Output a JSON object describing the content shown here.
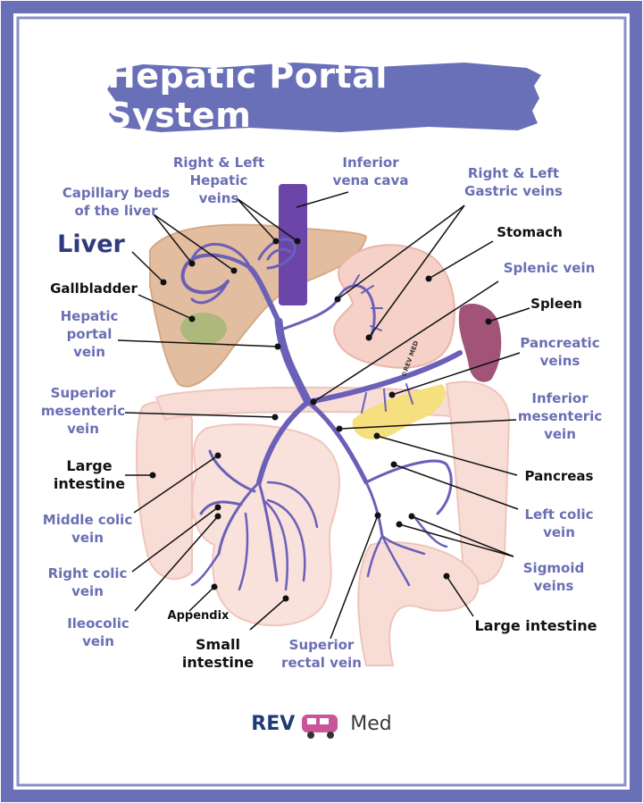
{
  "title": "Hepatic Portal System",
  "labels": {
    "capillary_beds": [
      "Capillary beds",
      "of the liver"
    ],
    "right_left_hepatic": [
      "Right & Left",
      "Hepatic",
      "veins"
    ],
    "ivc": [
      "Inferior",
      "vena cava"
    ],
    "gastric": [
      "Right & Left",
      "Gastric veins"
    ],
    "liver": "Liver",
    "stomach": "Stomach",
    "gallbladder": "Gallbladder",
    "splenic": "Splenic vein",
    "spleen": "Spleen",
    "hepatic_portal": [
      "Hepatic",
      "portal",
      "vein"
    ],
    "pancreatic": [
      "Pancreatic",
      "veins"
    ],
    "superior_mesenteric": [
      "Superior",
      "mesenteric",
      "vein"
    ],
    "inferior_mesenteric": [
      "Inferior",
      "mesenteric",
      "vein"
    ],
    "large_intestine_left": [
      "Large",
      "intestine"
    ],
    "pancreas": "Pancreas",
    "middle_colic": [
      "Middle colic",
      "vein"
    ],
    "left_colic": [
      "Left colic",
      "vein"
    ],
    "right_colic": [
      "Right colic",
      "vein"
    ],
    "sigmoid": [
      "Sigmoid",
      "veins"
    ],
    "ileocolic": [
      "Ileocolic",
      "vein"
    ],
    "appendix": "Appendix",
    "large_intestine_right": "Large intestine",
    "small_intestine": [
      "Small",
      "intestine"
    ],
    "superior_rectal": [
      "Superior",
      "rectal vein"
    ]
  },
  "watermark": "©REV MED",
  "brand": {
    "rev": "REV",
    "med": "Med"
  },
  "colors": {
    "frame": "#6a70b8",
    "vein": "#6b60b8",
    "label_purple": "#6a6fb3",
    "label_black": "#111111",
    "liver": "#e0b99c",
    "stomach": "#f4c9c0",
    "spleen": "#a25378",
    "pancreas": "#f6df7e",
    "gallbladder": "#a8b778",
    "intestine": "#f6d6d0",
    "ivc": "#6b45a8"
  }
}
